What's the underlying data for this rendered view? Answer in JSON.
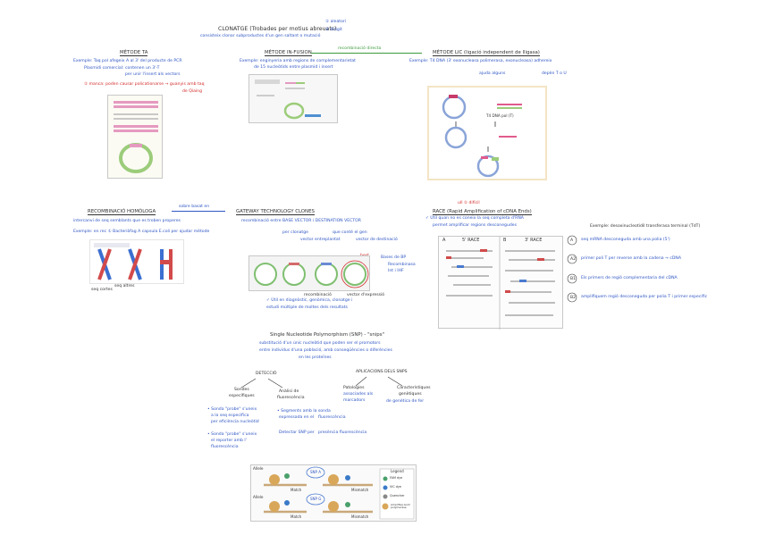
{
  "title": {
    "main": "CLONATGE (Trobades per motius abreuats)",
    "opt1": "① aleatori",
    "opt2": "② dirigit",
    "sub": "consisteix clonar subproductes d'un gen saltant o mutació"
  },
  "ta": {
    "head": "MÈTODE TA",
    "l1": "Exemple: Taq pol afegeix A al 3' del producte de PCR",
    "l2": "Plasmidi comercial: contenen un 3'-T",
    "l3": "per unir l'insert als vectors",
    "l4": "① manca: poden causar policationarse → guanyis amb taq",
    "l5": "de Qiaing"
  },
  "infusion": {
    "head": "MÈTODE IN-FUSION",
    "bar": "recombinació directa",
    "l1": "Exemple: enginyeria amb regions de complementarietat",
    "l2": "de 15 nucleòtids entre plasmid i insert"
  },
  "lic": {
    "head": "MÈTODE LIC (ligació independent de lligasa)",
    "l1": "Exemple: T4 DNA (3' exonucleasa polimerasa, exonucleasa) adhereix",
    "l2": "ajuda alguns",
    "l3": "depèn T o U"
  },
  "lic_figure": {
    "label": "T4 DNA pol (T)"
  },
  "homolog": {
    "head": "RECOMBINACIÓ HOMÒLOGA",
    "arrow": "sobre basat en",
    "l1": "intercanvi de seq semblants que es troben properes",
    "l2": "Exemple: en rec ① Bacteriòfag A capsula E.coli per ajudar mètode",
    "note1": "seq cortes",
    "note2": "seq altres"
  },
  "gateway": {
    "head": "GATEWAY TECHNOLOGY CLONES",
    "l1": "recombinació entre BASE VECTOR i DESTINATION VECTOR",
    "n1": "per clonatge",
    "n2": "vector entreplantat",
    "n3": "que conté el gen",
    "n4": "vector de destinació",
    "n5": "recombinació",
    "n6": "vector d'expressió",
    "badge": "best",
    "side1": "Bases de BP",
    "side2": "Recombinasa",
    "side3": "Int i IHF",
    "foot1": "✓ Útil en diagnòstic, genòmica, clonatge i",
    "foot2": "estudi múltiple de moltes dels resultats"
  },
  "race": {
    "tag": "ull ① difícil",
    "head": "RACE (Rapid Amplification of cDNA Ends)",
    "l1": "✓ Útil quan no es coneix la seq completa d'RNA",
    "l2": "permet amplificar regions desconegudes",
    "panelA": "5' RACE",
    "panelB": "3' RACE",
    "labelA": "A",
    "labelB": "B"
  },
  "tdt": {
    "head": "Exemple: desoxinucleotidil transferasa terminal (TdT)",
    "s1k": "A",
    "s1": "seq mRNA desconeguda amb una polia (5')",
    "s2k": "A2",
    "s2": "primer poli T per reverse amb la cadena → cDNA",
    "s3k": "B1",
    "s3": "Els primers de regió complementaria del cDNA",
    "s4k": "B2",
    "s4": "amplifiquem regió desconeguda per polia T i primer específic"
  },
  "snp": {
    "head": "Single Nucleotide Polymorphism (SNP) - \"snips\"",
    "l1": "substitució d'un únic nucleòtid que poden ser el promotors",
    "l2": "entre individus d'una població, amb conseqüències o diferències",
    "l3": "en les proteïnes",
    "detect": "DETECCIÓ",
    "apps": "APLICACIONS DELS SNPS",
    "d1a": "Sondes",
    "d1b": "específiques",
    "d2a": "Anàlisi de",
    "d2b": "fluorescència",
    "a1a": "Patologies",
    "a1b": "associades als",
    "a1c": "marcadors",
    "a2a": "Característiques",
    "a2b": "genètiques",
    "a2c": "de genètica de fer",
    "b1": "• Sonda \"probe\" s'uneix",
    "b1b": "a la seq específica",
    "b1c": "per eficiència nucleòtid",
    "b2": "• Sonda \"probe\" s'uneix",
    "b2b": "el reporter amb l'",
    "b2c": "fluorescència",
    "c1": "• Segments amb la sonda",
    "c1b": "expressada en el",
    "c1c": "fluorescència",
    "c2": "Detectar SNP per",
    "c2b": "presència fluorescència"
  },
  "snp_figure": {
    "allele_top": "Allele",
    "allele_bot": "Allele",
    "match1": "Match",
    "mismatch1": "Mismatch",
    "match2": "Match",
    "mismatch2": "Mismatch",
    "badge1": "SNP A",
    "badge2": "SNP G",
    "legend": "Legend",
    "leg1": "FAM dye",
    "leg2": "VIC dye",
    "leg3": "Quencher",
    "leg4": "AmpliTaq Gold polymerase"
  },
  "colors": {
    "ink_blue": "#2f56c4",
    "ink_dark": "#333333",
    "ink_red": "#d42a2a",
    "ink_green": "#3c9a3c",
    "plasmid_green": "#9ccc7a",
    "pink": "#e59ac0"
  }
}
